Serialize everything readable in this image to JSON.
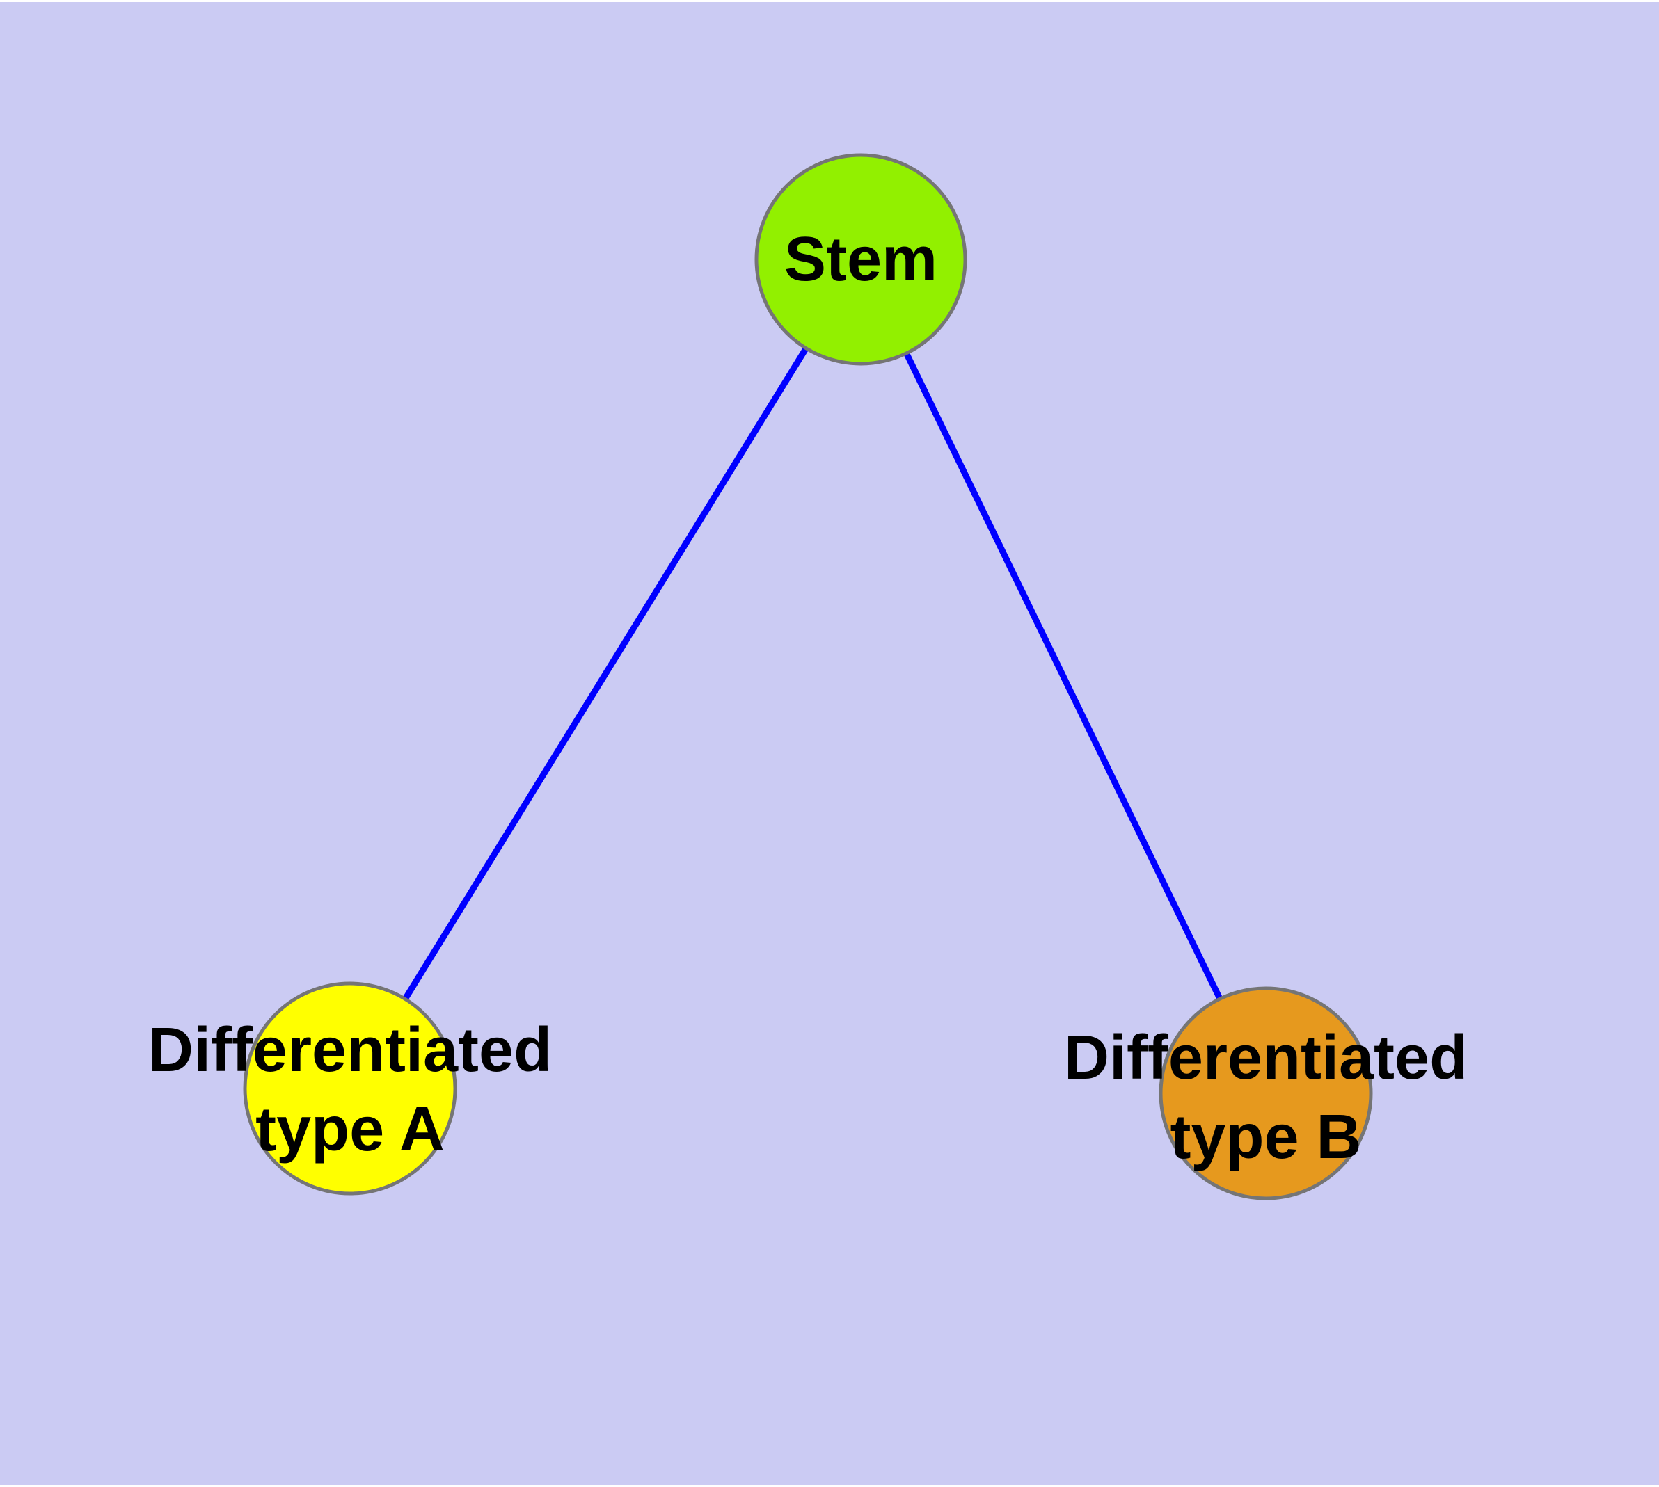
{
  "figure": {
    "background_color": "#CBCBF3",
    "margin_color": "#ffffff"
  },
  "graph": {
    "label_color": "#000000",
    "node_border_color": "#757575",
    "nodes": [
      {
        "id": "stem",
        "label_lines": [
          "Stem"
        ],
        "fill": "#92F000"
      },
      {
        "id": "differentiated-type-a",
        "label_lines": [
          "Differentiated",
          "type A"
        ],
        "fill": "#FFFF00"
      },
      {
        "id": "differentiated-type-b",
        "label_lines": [
          "Differentiated",
          "type B"
        ],
        "fill": "#E6991E"
      }
    ],
    "edges": [
      {
        "id": "stem-to-type-a",
        "from": "Stem",
        "to": "Differentiated type A",
        "color": "#0000FF"
      },
      {
        "id": "stem-to-type-b",
        "from": "Stem",
        "to": "Differentiated type B",
        "color": "#0000FF"
      }
    ]
  }
}
